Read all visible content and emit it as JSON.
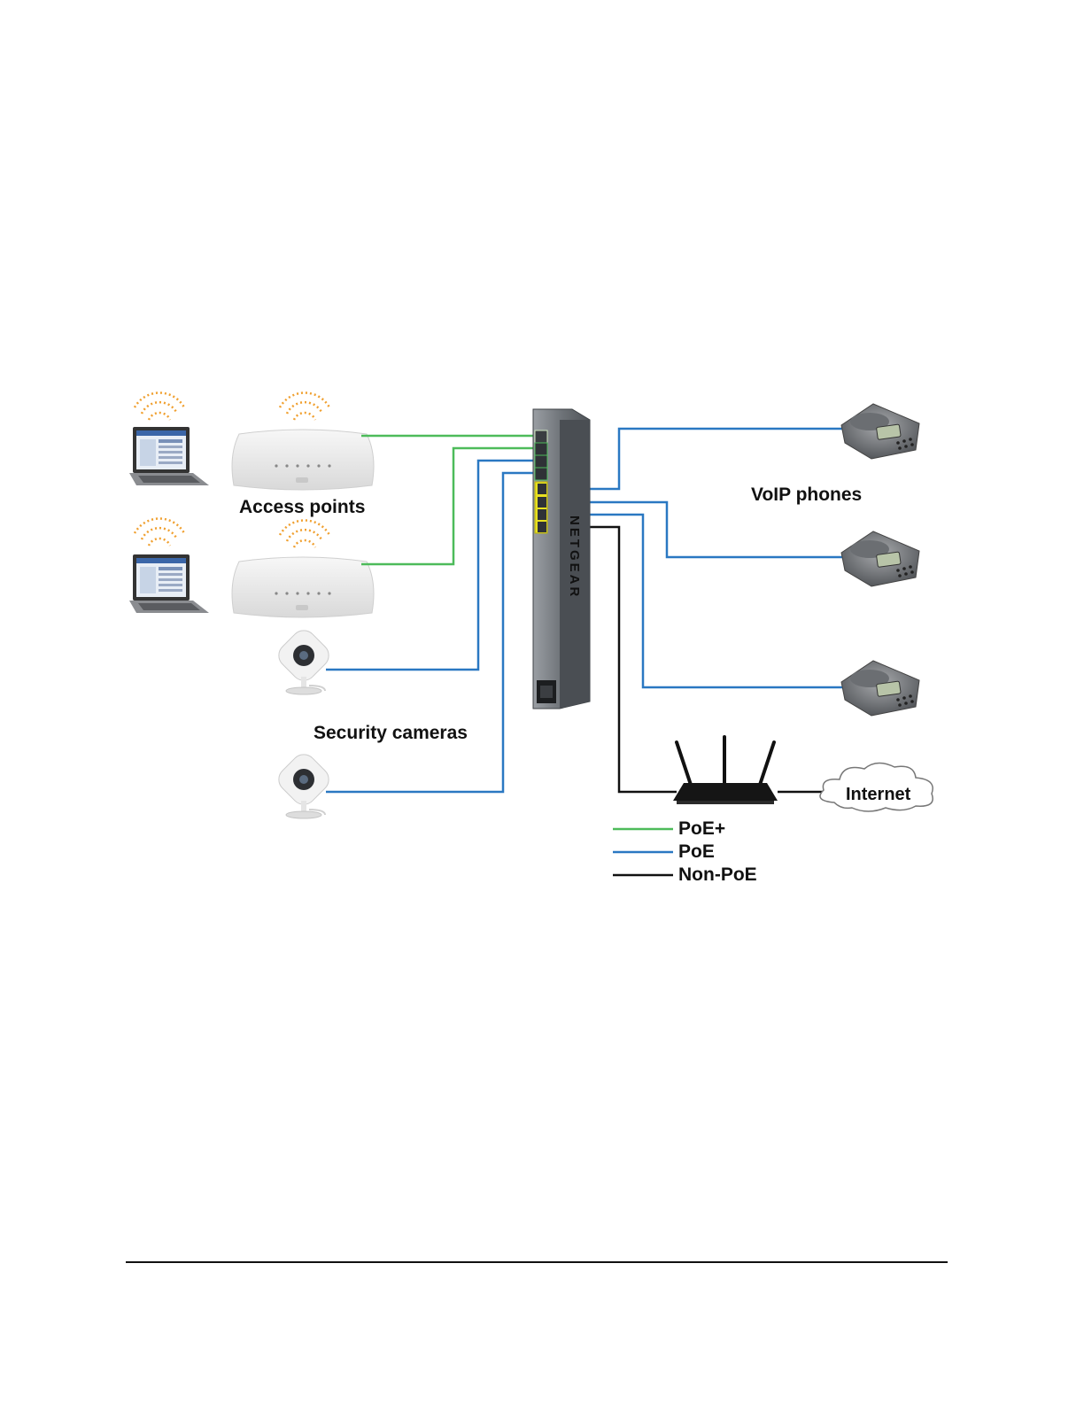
{
  "labels": {
    "access_points": "Access points",
    "security_cameras": "Security cameras",
    "voip_phones": "VoIP phones",
    "internet": "Internet",
    "switch_brand": "NETGEAR"
  },
  "legend": [
    {
      "label": "PoE+",
      "color": "#4dbb5a"
    },
    {
      "label": "PoE",
      "color": "#2a78c2"
    },
    {
      "label": "Non-PoE",
      "color": "#111111"
    }
  ],
  "colors": {
    "poe_plus": "#4dbb5a",
    "poe": "#2a78c2",
    "non_poe": "#111111",
    "wifi_waves": "#f0a030",
    "port_highlight": "#e8e020"
  },
  "icons": [
    "laptop-icon",
    "access-point-icon",
    "security-camera-icon",
    "network-switch-icon",
    "voip-phone-icon",
    "router-icon",
    "cloud-icon",
    "wifi-signal-icon"
  ]
}
